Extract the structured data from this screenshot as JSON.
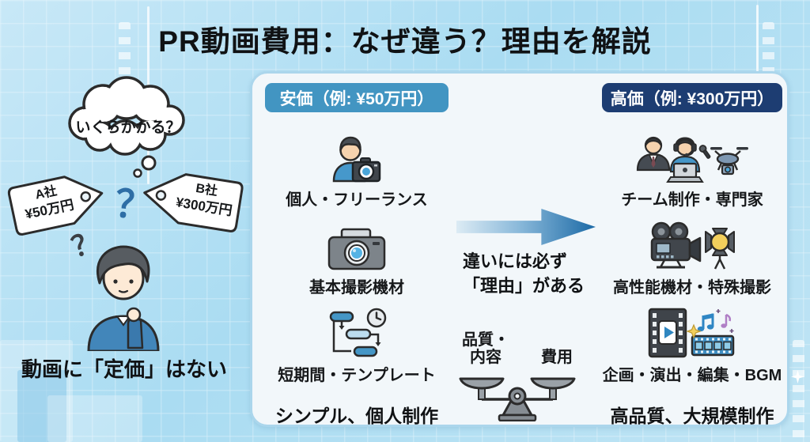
{
  "title": "PR動画費用：なぜ違う？理由を解説",
  "left_scene": {
    "thought_bubble_text": "いくらかかる？",
    "question_mark": "？",
    "small_question_mark": "？",
    "tag_a": {
      "company": "A社",
      "price": "¥50万円"
    },
    "tag_b": {
      "company": "B社",
      "price": "¥300万円"
    },
    "caption": "動画に「定価」はない"
  },
  "panel": {
    "cheap_column": {
      "badge_label": "安価（例: ¥50万円）",
      "items": [
        {
          "icon": "freelancer-camera-icon",
          "label": "個人・フリーランス"
        },
        {
          "icon": "basic-camera-icon",
          "label": "基本撮影機材"
        },
        {
          "icon": "schedule-template-icon",
          "label": "短期間・テンプレート"
        }
      ],
      "summary": "シンプル、個人制作"
    },
    "center_column": {
      "arrow_icon": "right-arrow-icon",
      "message_line1": "違いには必ず",
      "message_line2": "「理由」がある",
      "scale": {
        "icon": "balance-scale-icon",
        "left_pan_label_line1": "品質・",
        "left_pan_label_line2": "内容",
        "right_pan_label": "費用"
      }
    },
    "expensive_column": {
      "badge_label": "高価（例: ¥300万円）",
      "items": [
        {
          "icon": "team-specialists-drone-icon",
          "label": "チーム制作・専門家"
        },
        {
          "icon": "cinema-camera-studio-light-icon",
          "label": "高性能機材・特殊撮影"
        },
        {
          "icon": "filmstrip-editing-music-icon",
          "label": "企画・演出・編集・BGM"
        }
      ],
      "summary": "高品質、大規模制作"
    }
  },
  "colors": {
    "background": "#aedcf1",
    "panel_background": "#f2f7fa",
    "panel_border": "#abd6ec",
    "cheap_badge": "#4295c2",
    "expensive_badge": "#1d3d72",
    "arrow_blue": "#1c6aa6",
    "accent_question_blue": "#2e6ea6",
    "person_shirt_blue": "#4286ba"
  }
}
